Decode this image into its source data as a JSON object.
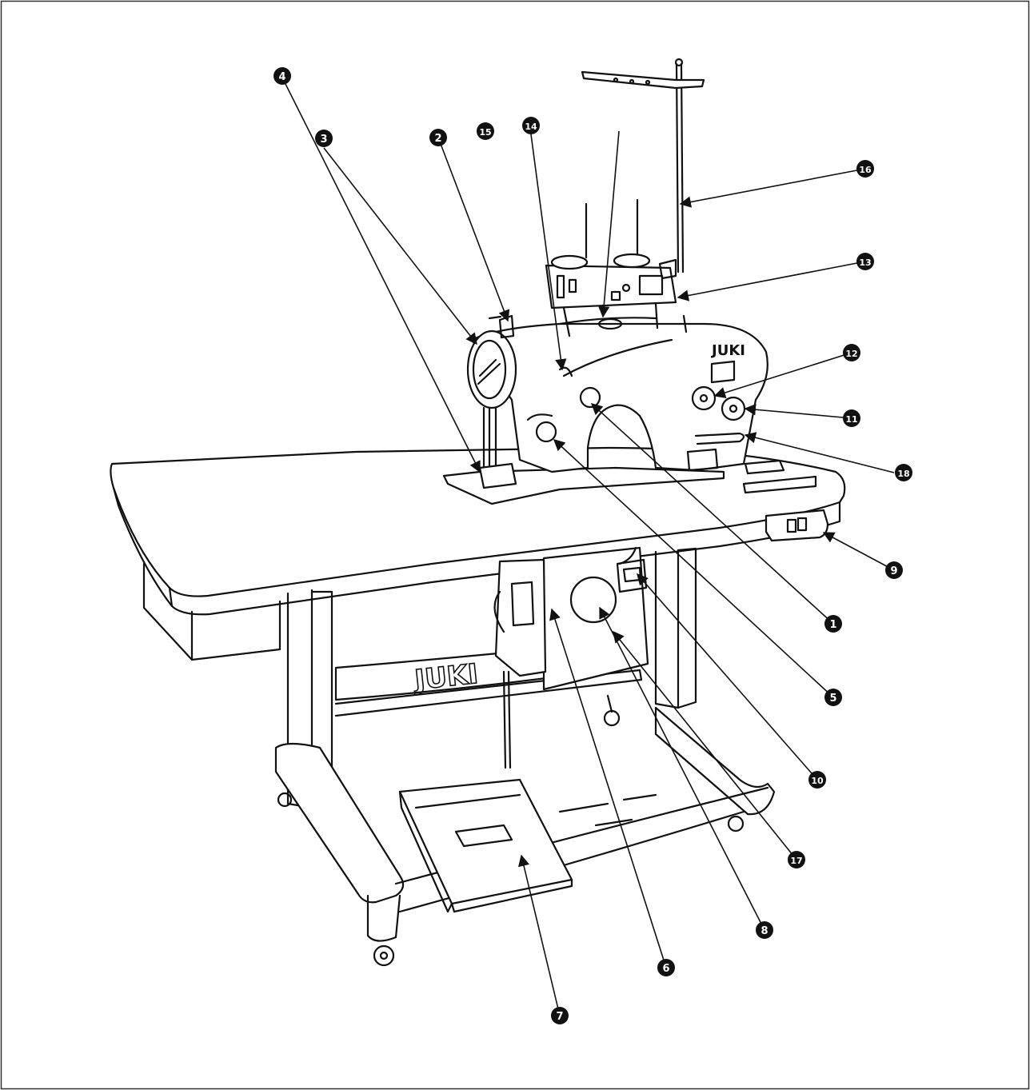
{
  "figure": {
    "brand_label": "JUKI",
    "frame_brand_label": "JUKI",
    "line_color": "#111111",
    "background": "#ffffff"
  },
  "callouts": [
    {
      "id": "c1",
      "label": "1"
    },
    {
      "id": "c2",
      "label": "2"
    },
    {
      "id": "c3",
      "label": "3"
    },
    {
      "id": "c4",
      "label": "4"
    },
    {
      "id": "c5",
      "label": "5"
    },
    {
      "id": "c6",
      "label": "6"
    },
    {
      "id": "c7",
      "label": "7"
    },
    {
      "id": "c8",
      "label": "8"
    },
    {
      "id": "c9",
      "label": "9"
    },
    {
      "id": "c10",
      "label": "10"
    },
    {
      "id": "c11",
      "label": "11"
    },
    {
      "id": "c12",
      "label": "12"
    },
    {
      "id": "c13",
      "label": "13"
    },
    {
      "id": "c14",
      "label": "14"
    },
    {
      "id": "c15",
      "label": "15"
    },
    {
      "id": "c16",
      "label": "16"
    },
    {
      "id": "c17",
      "label": "17"
    },
    {
      "id": "c18",
      "label": "18"
    }
  ]
}
